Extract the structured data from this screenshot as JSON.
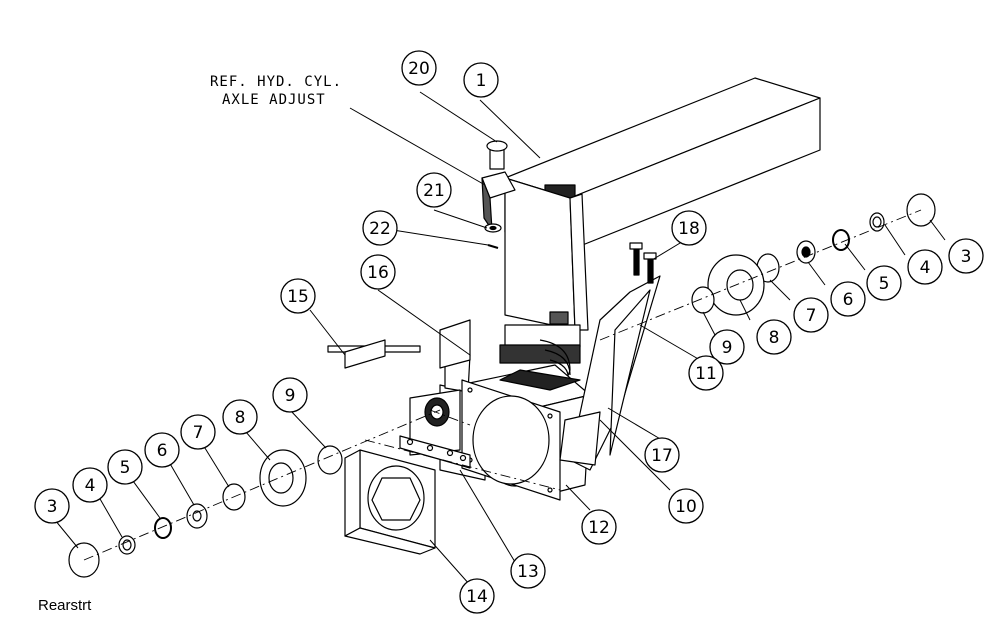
{
  "reference_note": {
    "line1": "REF. HYD. CYL.",
    "line2": "AXLE ADJUST"
  },
  "caption": "Rearstrt",
  "callouts": [
    "1",
    "20",
    "21",
    "22",
    "18",
    "3",
    "4",
    "5",
    "6",
    "7",
    "8",
    "9",
    "11",
    "16",
    "15",
    "17",
    "10",
    "12",
    "13",
    "14"
  ]
}
